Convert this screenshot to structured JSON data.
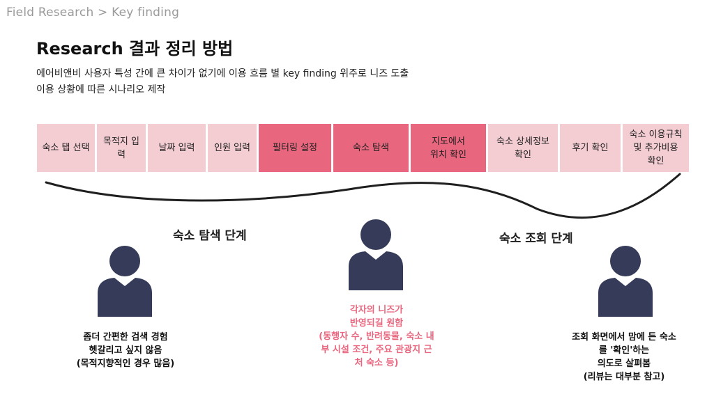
{
  "breadcrumb": "Field Research > Key finding",
  "title": "Research 결과 정리 방법",
  "description": [
    "에어비앤비 사용자 특성 간에 큰 차이가 없기에 이용 흐름 별 key finding 위주로 니즈 도출",
    "이용 상황에 따른 시나리오 제작"
  ],
  "steps": [
    {
      "lines": [
        "숙소 탭 선택"
      ],
      "highlight": false
    },
    {
      "lines": [
        "목적지 입",
        "력"
      ],
      "highlight": false
    },
    {
      "lines": [
        "날짜 입력"
      ],
      "highlight": false
    },
    {
      "lines": [
        "인원 입력"
      ],
      "highlight": false
    },
    {
      "lines": [
        "필터링 설정"
      ],
      "highlight": true
    },
    {
      "lines": [
        "숙소 탐색"
      ],
      "highlight": true
    },
    {
      "lines": [
        "지도에서",
        "위치 확인"
      ],
      "highlight": true
    },
    {
      "lines": [
        "숙소 상세정보",
        "확인"
      ],
      "highlight": false
    },
    {
      "lines": [
        "후기 확인"
      ],
      "highlight": false
    },
    {
      "lines": [
        "숙소 이용규칙",
        "및 추가비용",
        "확인"
      ],
      "highlight": false
    }
  ],
  "phases": {
    "search": "숙소 탐색 단계",
    "view": "숙소 조회 단계"
  },
  "personas": [
    {
      "caption": [
        "좀더 간편한 검색 경험",
        "헷갈리고 싶지 않음",
        "(목적지향적인 경우 많음)"
      ],
      "tone": "dark"
    },
    {
      "caption": [
        "각자의 니즈가",
        "반영되길 원함",
        "(동행자 수, 반려동물, 숙소 내",
        "부 시설 조건, 주요 관광지 근",
        "처 숙소 등)"
      ],
      "tone": "pink"
    },
    {
      "caption": [
        "조회 화면에서 맘에 든 숙소",
        "를 '확인'하는",
        "의도로 살펴봄",
        "(리뷰는 대부분 참고)"
      ],
      "tone": "dark"
    }
  ],
  "colors": {
    "step_light": "#f4cdd2",
    "step_strong": "#e8677f",
    "person": "#353b58",
    "accent_text": "#e8677f"
  }
}
